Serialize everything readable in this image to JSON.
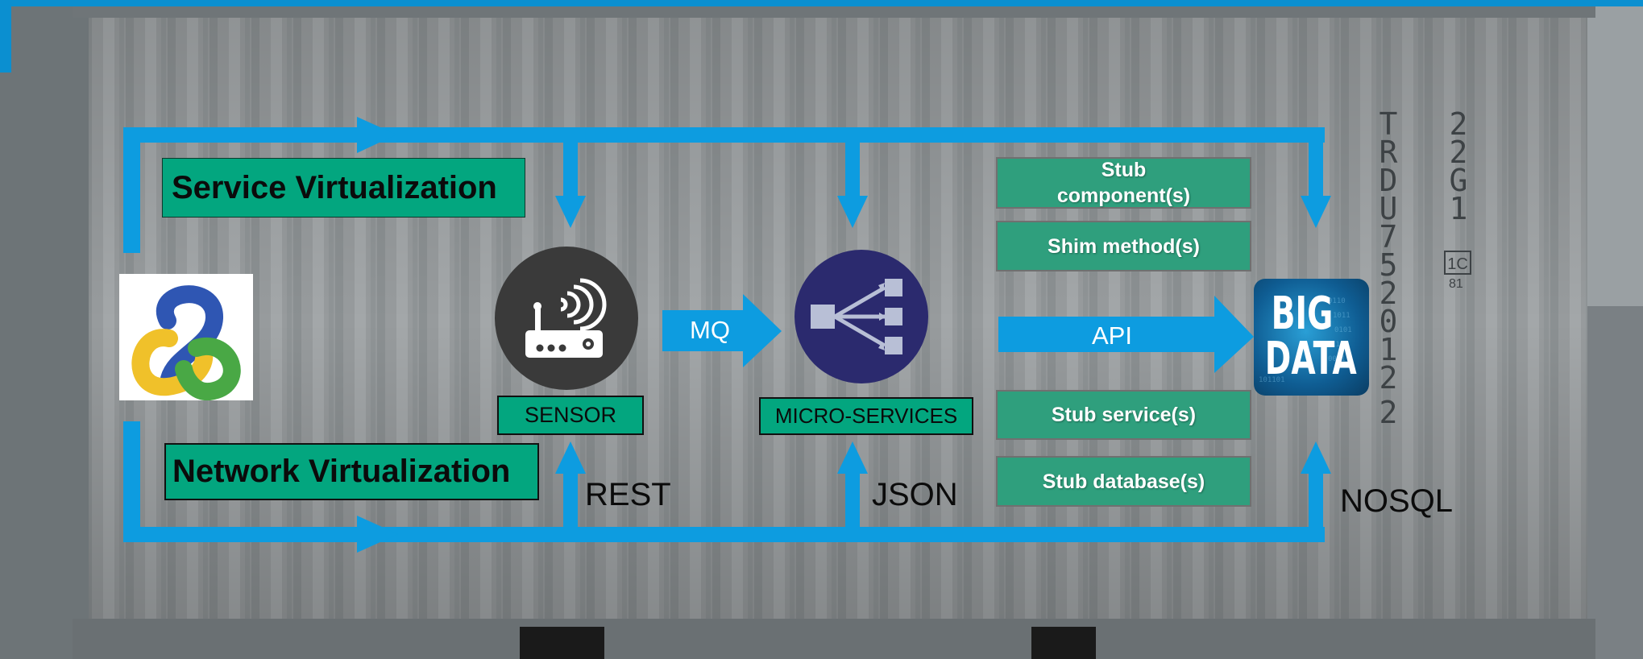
{
  "labels": {
    "service_virtualization": "Service Virtualization",
    "network_virtualization": "Network Virtualization",
    "sensor": "SENSOR",
    "micro_services": "MICRO-SERVICES",
    "mq": "MQ",
    "api": "API",
    "rest": "REST",
    "json": "JSON",
    "nosql": "NOSQL",
    "big": "BIG",
    "data": "DATA"
  },
  "stubs": [
    {
      "name": "stub-component-box",
      "text": "Stub component(s)"
    },
    {
      "name": "shim-method-box",
      "text": "Shim method(s)"
    },
    {
      "name": "stub-service-box",
      "text": "Stub service(s)"
    },
    {
      "name": "stub-database-box",
      "text": "Stub database(s)"
    }
  ],
  "container_markings": {
    "code_column": [
      "T",
      "R",
      "D",
      "U",
      "7",
      "5",
      "2",
      "0",
      "1",
      "2",
      "2"
    ],
    "type_column": [
      "2",
      "2",
      "G",
      "1"
    ],
    "badge": "1C",
    "badge_number": "81"
  },
  "colors": {
    "flow_blue": "#0d9ce0",
    "label_green": "#03a67f",
    "stub_green": "#2f9f7d",
    "microservices_navy": "#2b2a6e",
    "sensor_dark": "#3a3a3a"
  },
  "icons": [
    "logo-knot-icon",
    "router-icon",
    "network-hub-icon",
    "big-data-icon"
  ]
}
